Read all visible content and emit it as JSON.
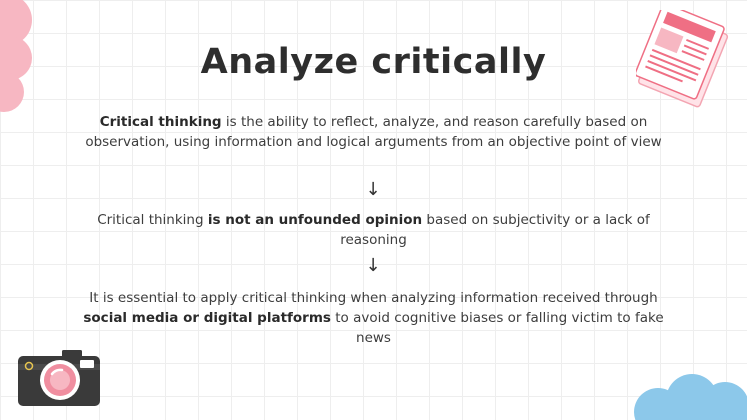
{
  "slide": {
    "title": "Analyze critically",
    "paragraphs": [
      {
        "bold": "Critical thinking",
        "rest": " is the ability to reflect, analyze, and reason carefully based on observation, using information and logical arguments from an objective point of view"
      },
      {
        "lead": "Critical thinking ",
        "bold": "is not an unfounded opinion",
        "rest": " based on subjectivity or a lack of reasoning"
      },
      {
        "lead": "It is essential to apply critical thinking when analyzing information received through ",
        "bold": "social media or digital platforms",
        "rest": " to avoid cognitive biases or falling victim to fake news"
      }
    ],
    "arrow_glyph": "↓"
  },
  "icons": {
    "top_left": "pink-cloud-icon",
    "top_right": "newspaper-icon",
    "bottom_left": "camera-icon",
    "bottom_right": "blue-cloud-icon"
  },
  "colors": {
    "pink": "#f7b7c2",
    "newspaper_red": "#ef6f84",
    "blue": "#8cc8ea",
    "camera_body": "#3a3a3a",
    "camera_lens": "#f08ea0"
  }
}
